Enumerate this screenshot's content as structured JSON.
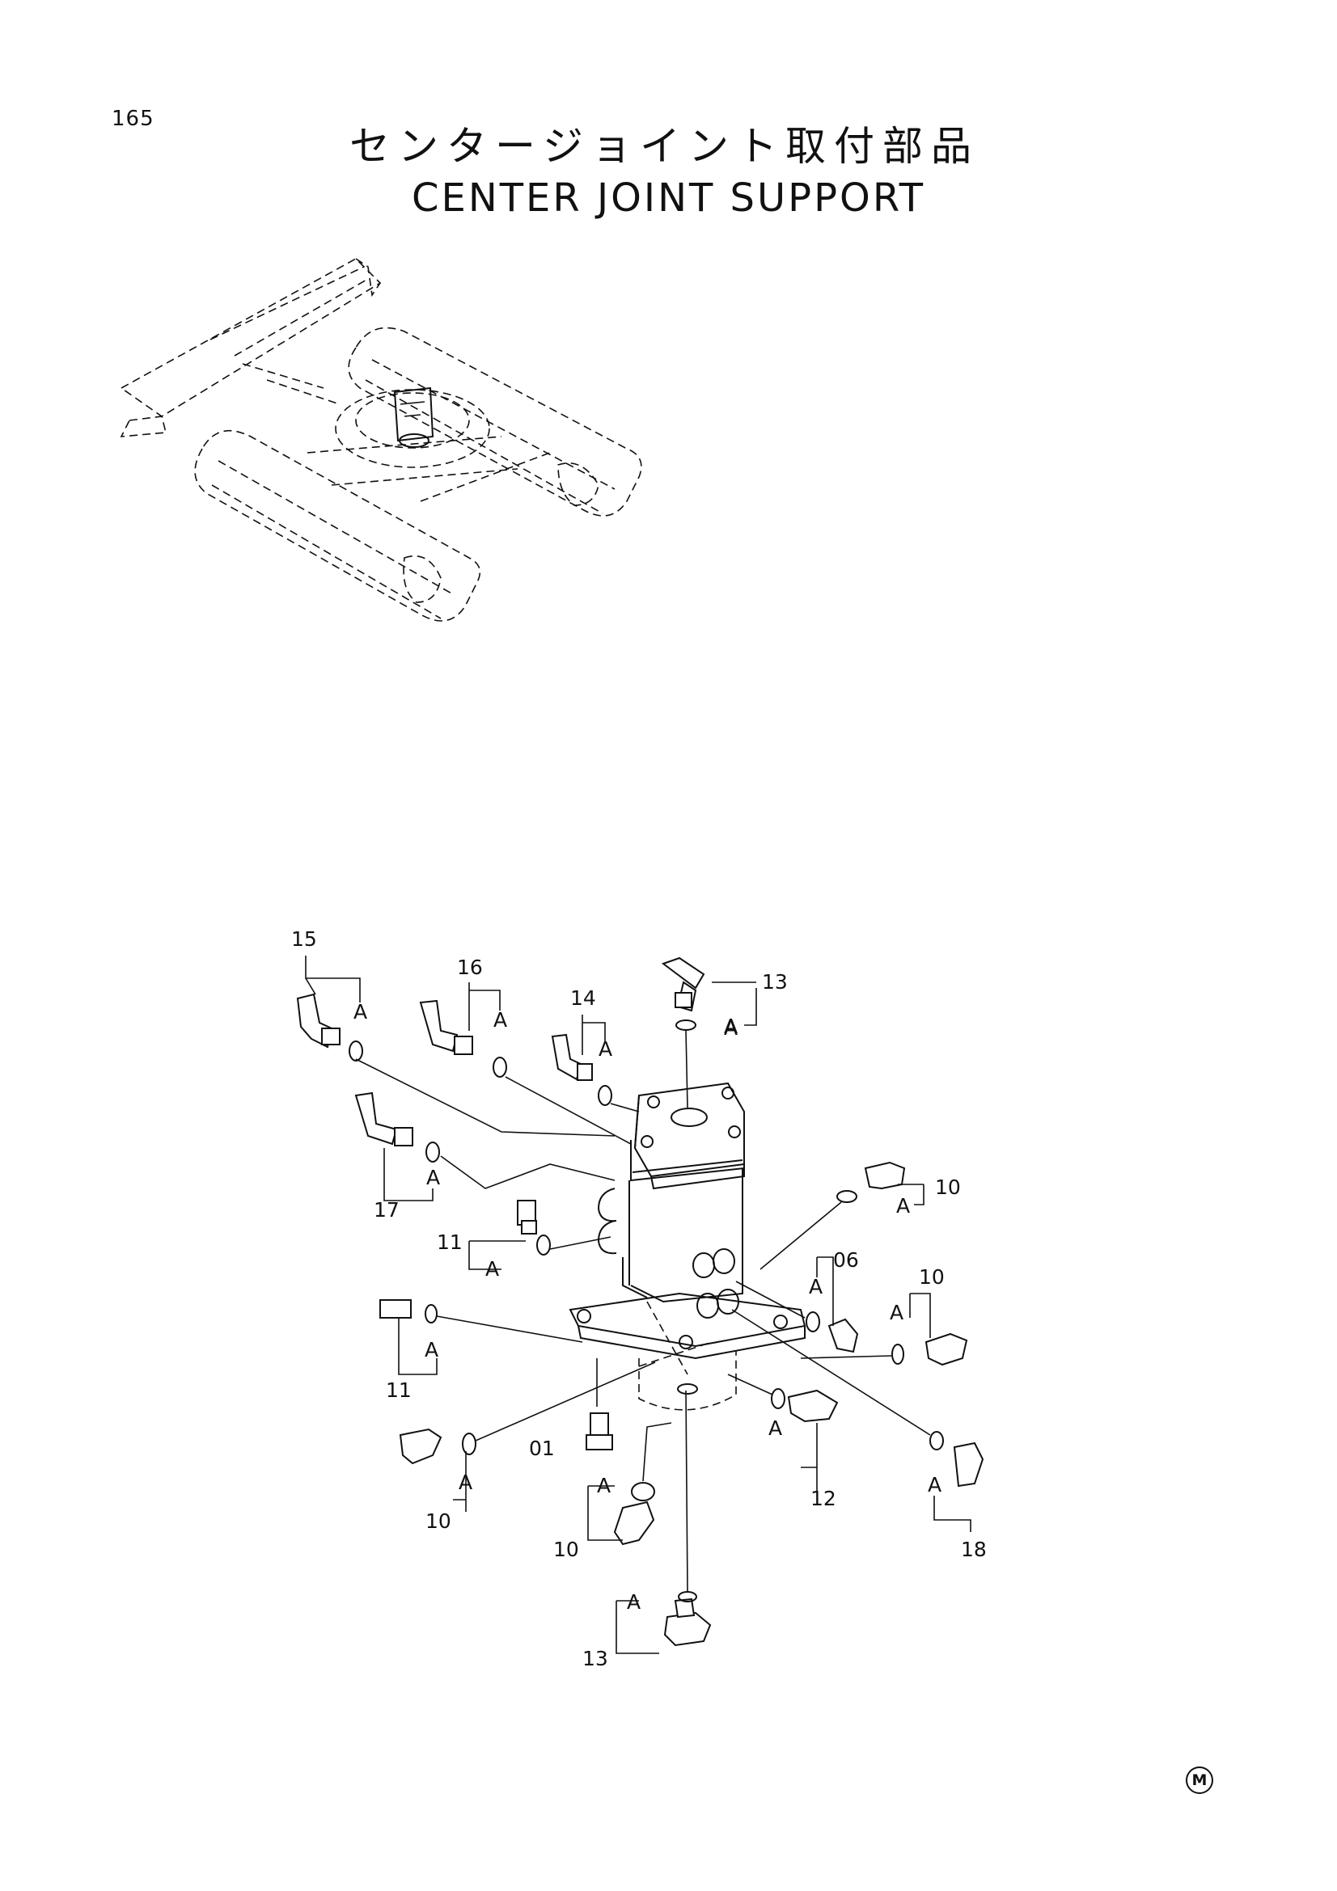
{
  "page": {
    "number": "165",
    "mark": "M"
  },
  "title": {
    "japanese": "センタージョイント取付部品",
    "english": "CENTER JOINT SUPPORT"
  },
  "callouts": {
    "c15": "15",
    "c16": "16",
    "c14": "14",
    "c13a": "13",
    "c17": "17",
    "c11a": "11",
    "c10a": "10",
    "c06": "06",
    "c10b": "10",
    "c11b": "11",
    "c01": "01",
    "c12": "12",
    "c10c": "10",
    "c10d": "10",
    "c18": "18",
    "c13b": "13"
  },
  "sub_label": "A"
}
